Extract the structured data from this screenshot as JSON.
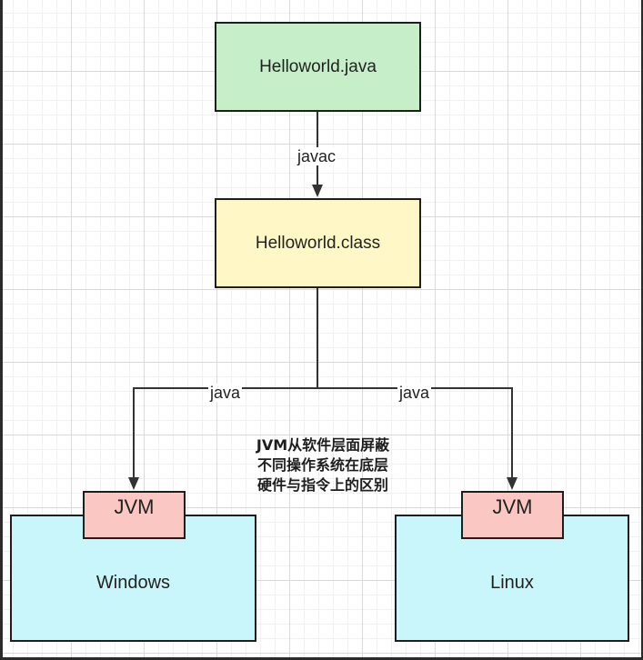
{
  "diagram": {
    "nodes": {
      "source": "Helloworld.java",
      "bytecode": "Helloworld.class",
      "jvm_windows": "JVM",
      "os_windows": "Windows",
      "jvm_linux": "JVM",
      "os_linux": "Linux"
    },
    "edges": {
      "compile_label": "javac",
      "run_left_label": "java",
      "run_right_label": "java"
    },
    "note": [
      "JVM从软件层面屏蔽",
      "不同操作系统在底层",
      "硬件与指令上的区别"
    ],
    "colors": {
      "source_fill": "#c6efc9",
      "bytecode_fill": "#fff8c6",
      "os_fill": "#c9f6fa",
      "jvm_fill": "#fac7c2",
      "stroke": "#1e1e1e"
    }
  }
}
